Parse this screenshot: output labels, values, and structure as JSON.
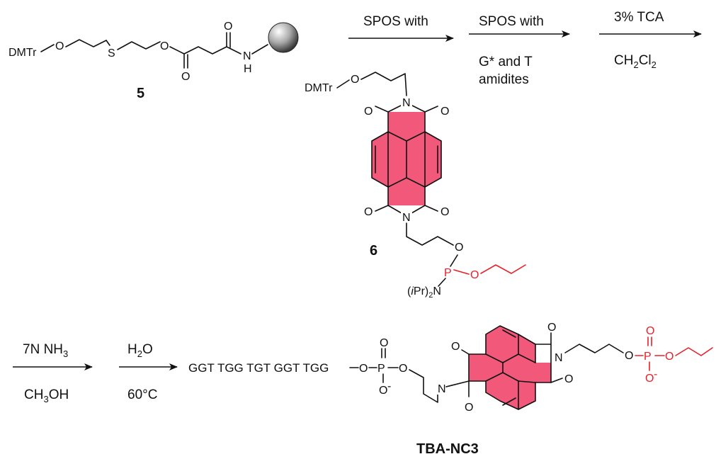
{
  "compounds": {
    "c5": {
      "label": "5",
      "dmtr": "DMTr",
      "o": "O",
      "s": "S",
      "n": "N",
      "h": "H"
    },
    "c6": {
      "label": "6",
      "dmtr": "DMTr",
      "o": "O",
      "n": "N",
      "p": "P",
      "amine": "(iPr)2N"
    },
    "product": {
      "label": "TBA-NC3",
      "sequence": "GGT TGG TGT GGT TGG",
      "o": "O",
      "p": "P",
      "n": "N",
      "charge": "-"
    }
  },
  "steps": [
    {
      "top": "SPOS with",
      "bottom": ""
    },
    {
      "top": "SPOS with",
      "bottom": "G* and T",
      "bottom2": "amidites"
    },
    {
      "top": "3% TCA",
      "bottom": "CH2Cl2"
    },
    {
      "top": "7N NH3",
      "bottom": "CH3OH"
    },
    {
      "top": "H2O",
      "bottom": "60°C"
    }
  ],
  "colors": {
    "ndi_fill": "#f2587a",
    "linker_red": "#e8202a",
    "bead": "#9a9a9a"
  }
}
